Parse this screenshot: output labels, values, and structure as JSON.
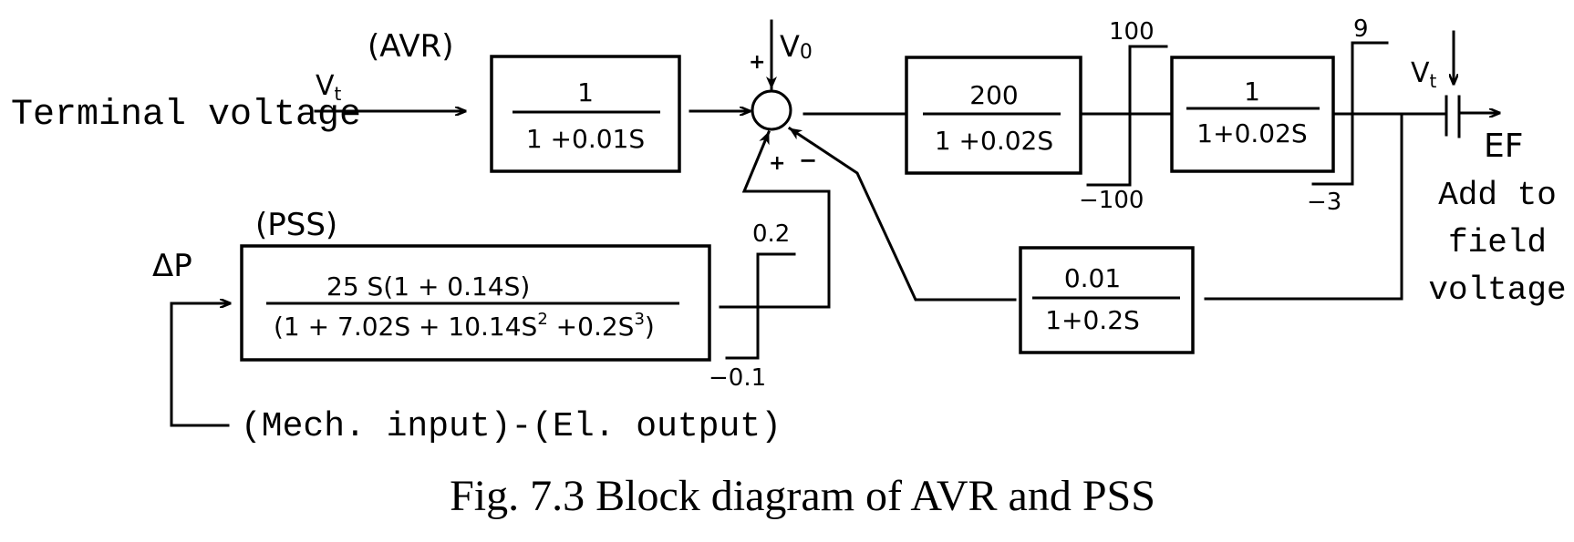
{
  "figure": {
    "caption": "Fig. 7.3 Block diagram of AVR and PSS"
  },
  "inputs": {
    "terminal_voltage_label": "Terminal voltage",
    "vt_symbol": "V",
    "vt_subscript": "t",
    "delta_p_label": "ΔP",
    "delta_p_description": "(Mech. input)-(El. output)"
  },
  "avr": {
    "section_label": "(AVR)",
    "filter_block": {
      "numerator": "1",
      "denominator": "1 +0.01S"
    }
  },
  "summing_junction": {
    "reference_symbol": "V",
    "reference_subscript": "0",
    "sign_reference": "+",
    "sign_pss": "+",
    "sign_feedback": "−"
  },
  "forward_path": {
    "amplifier_block": {
      "numerator": "200",
      "denominator": "1 +0.02S"
    },
    "limiter_1": {
      "upper": "100",
      "lower": "−100"
    },
    "exciter_block": {
      "numerator": "1",
      "denominator": "1+0.02S"
    },
    "limiter_2": {
      "upper": "9",
      "lower": "−3"
    }
  },
  "feedback": {
    "stabilizer_block": {
      "numerator": "0.01",
      "denominator": "1+0.2S"
    }
  },
  "pss": {
    "section_label": "(PSS)",
    "block": {
      "numerator": "25 S(1 + 0.14S)",
      "denominator_parts": [
        "(1 + 7.02S + 10.14S",
        "2",
        " +0.2S",
        "3",
        ")"
      ]
    },
    "limiter": {
      "upper": "0.2",
      "lower": "−0.1"
    }
  },
  "output": {
    "vt_symbol": "V",
    "vt_subscript": "t",
    "ef_label": "EF",
    "note_lines": [
      "Add to",
      "field",
      "voltage"
    ]
  }
}
